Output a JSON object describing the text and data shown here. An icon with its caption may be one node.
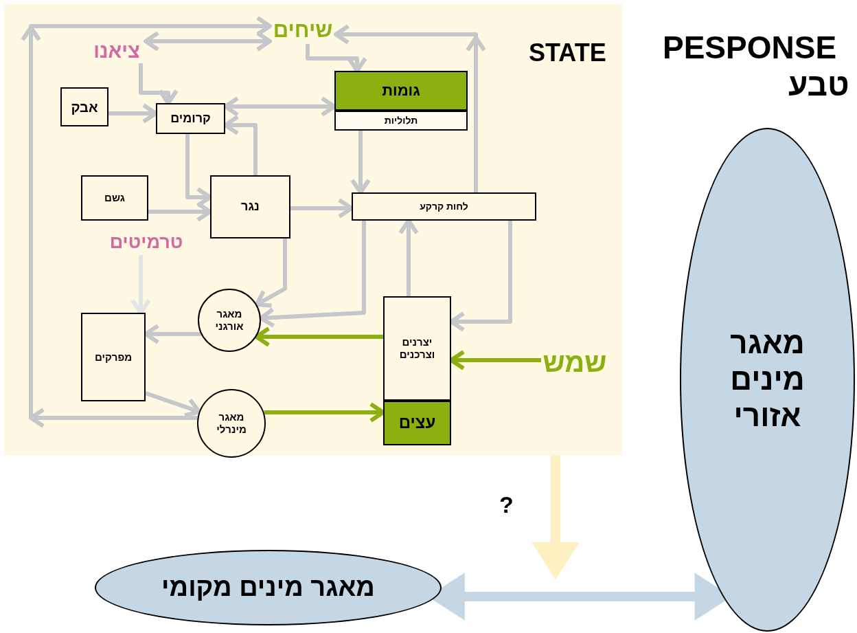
{
  "diagram": {
    "nodes": [
      {
        "text": [
          "STATE"
        ]
      },
      {
        "text": [
          "שיחים"
        ],
        "in": 0
      },
      {
        "text": [
          "ציאנו"
        ],
        "in": 0
      },
      {
        "text": [
          "גומות"
        ],
        "in": 0
      },
      {
        "text": [
          "תלוליות"
        ],
        "in": 0
      },
      {
        "text": [
          "אבק"
        ],
        "in": 0
      },
      {
        "text": [
          "קרומים"
        ],
        "in": 0
      },
      {
        "text": [
          "גשם"
        ],
        "in": 0
      },
      {
        "text": [
          "נגר"
        ],
        "in": 0
      },
      {
        "text": [
          "לחות קרקע"
        ],
        "in": 0
      },
      {
        "text": [
          "טרמיטים"
        ],
        "in": 0
      },
      {
        "text": [
          "מאגר אורגני"
        ],
        "in": 0
      },
      {
        "text": [
          "מפרקים"
        ],
        "in": 0
      },
      {
        "text": [
          "יצרנים וצרכנים"
        ],
        "in": 0
      },
      {
        "text": [
          "שמש"
        ],
        "in": 0
      },
      {
        "text": [
          "מאגר מינרלי"
        ],
        "in": 0
      },
      {
        "text": [
          "עצים"
        ],
        "in": 0
      },
      {
        "text": [
          "מאגר מינים אזורי"
        ]
      },
      {
        "text": [
          "מאגר מינים מקומי"
        ]
      }
    ],
    "edges": [
      {
        "from": 15,
        "to": 1,
        "arrow": "to"
      },
      {
        "from": 2,
        "to": 1,
        "arrow": "both"
      },
      {
        "from": 2,
        "to": 6,
        "arrow": "to"
      },
      {
        "from": 1,
        "to": 3,
        "arrow": "to"
      },
      {
        "from": 9,
        "to": 1,
        "arrow": "to"
      },
      {
        "from": 5,
        "to": 6,
        "arrow": "to"
      },
      {
        "from": 6,
        "to": 3,
        "arrow": "both"
      },
      {
        "from": 6,
        "to": 8,
        "arrow": "to"
      },
      {
        "from": 7,
        "to": 8,
        "arrow": "to"
      },
      {
        "from": 8,
        "to": 6,
        "arrow": "to"
      },
      {
        "from": 4,
        "to": 9,
        "arrow": "to"
      },
      {
        "from": 8,
        "to": 9,
        "arrow": "to"
      },
      {
        "from": 8,
        "to": 11,
        "arrow": "to"
      },
      {
        "from": 9,
        "to": 11,
        "arrow": "to"
      },
      {
        "from": 13,
        "to": 9,
        "arrow": "to"
      },
      {
        "from": 9,
        "to": 13,
        "arrow": "to"
      },
      {
        "from": 13,
        "to": 11,
        "arrow": "to",
        "color": "#8db011"
      },
      {
        "from": 14,
        "to": 13,
        "arrow": "to",
        "color": "#8db011"
      },
      {
        "from": 11,
        "to": 12,
        "arrow": "to"
      },
      {
        "from": 10,
        "to": 12,
        "arrow": "to",
        "color": "#e3e4e6"
      },
      {
        "from": 12,
        "to": 15,
        "arrow": "to"
      },
      {
        "from": 15,
        "to": 16,
        "arrow": "to",
        "color": "#8db011"
      },
      {
        "from": 0,
        "to": null,
        "arrow": "to",
        "style": "thick",
        "color": "#fff0c2"
      },
      {
        "from": 18,
        "to": 17,
        "arrow": "both",
        "style": "thick",
        "color": "#c5d7e5"
      }
    ],
    "labels": [
      "PESPONSE",
      "טבע",
      "?"
    ]
  }
}
